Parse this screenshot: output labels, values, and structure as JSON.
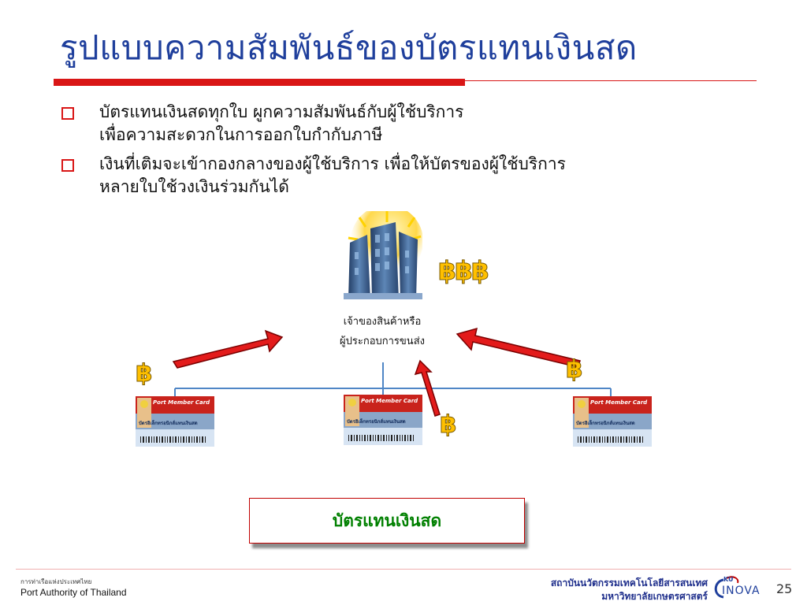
{
  "slide": {
    "title": "รูปแบบความสัมพันธ์ของบัตรแทนเงินสด",
    "bullets": [
      {
        "lines": [
          "บัตรแทนเงินสดทุกใบ ผูกความสัมพันธ์กับผู้ใช้บริการ",
          "เพื่อความสะดวกในการออกใบกำกับภาษี"
        ]
      },
      {
        "lines": [
          "เงินที่เติมจะเข้ากองกลางของผู้ใช้บริการ เพื่อให้บัตรของผู้ใช้บริการ",
          "หลายใบใช้วงเงินร่วมกันได้"
        ]
      }
    ],
    "page_number": "25"
  },
  "diagram": {
    "owner_label": [
      "เจ้าของสินค้าหรือ",
      "ผู้ประกอบการขนส่ง"
    ],
    "pooled_funds": "฿฿฿",
    "card_amounts": [
      "฿",
      "฿",
      "฿"
    ],
    "cards": [
      {
        "header": "Port Member Card",
        "subtitle": "บัตรอิเล็กทรอนิกส์แทนเงินสด"
      },
      {
        "header": "Port Member Card",
        "subtitle": "บัตรอิเล็กทรอนิกส์แทนเงินสด"
      },
      {
        "header": "Port Member Card",
        "subtitle": "บัตรอิเล็กทรอนิกส์แทนเงินสด"
      }
    ],
    "callout": "บัตรแทนเงินสด"
  },
  "footer": {
    "org_thai": "การท่าเรือแห่งประเทศไทย",
    "org_english": "Port Authority of Thailand",
    "institute": [
      "สถาบันนวัตกรรมเทคโนโลยีสารสนเทศ",
      "มหาวิทยาลัยเกษตรศาสตร์"
    ],
    "logo_ku": "KU",
    "logo_text": "INOVA"
  },
  "colors": {
    "title": "#1f3f9c",
    "accent_red": "#d91616",
    "arrow_red": "#e31b1b",
    "baht_gold": "#ffc000",
    "callout_text": "#008000",
    "connector_blue": "#4f86c6"
  }
}
